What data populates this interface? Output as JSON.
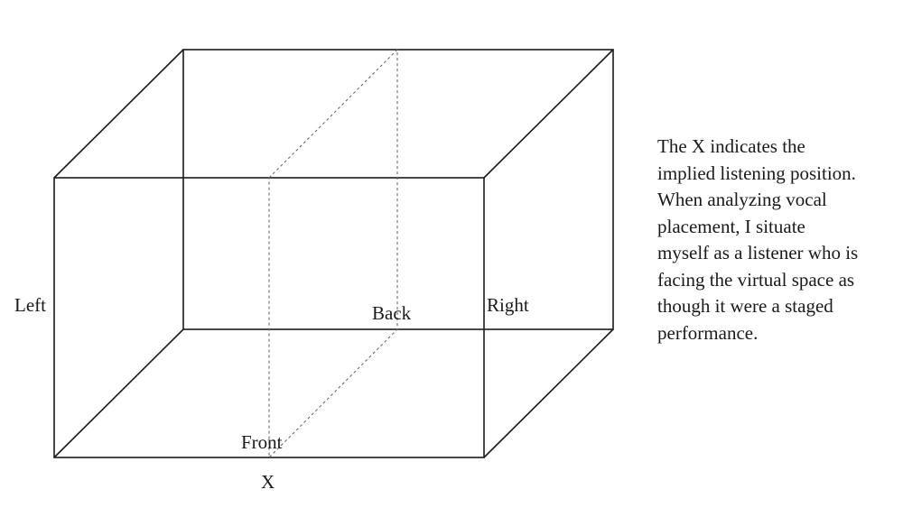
{
  "diagram": {
    "labels": {
      "left": "Left",
      "right": "Right",
      "back": "Back",
      "front": "Front",
      "listener": "X"
    }
  },
  "caption": {
    "lines": [
      "The X indicates the",
      "implied listening position.",
      "When analyzing vocal",
      "placement, I situate",
      "myself  as a listener who is",
      "facing the virtual space as",
      "though it were a staged",
      "performance."
    ]
  }
}
